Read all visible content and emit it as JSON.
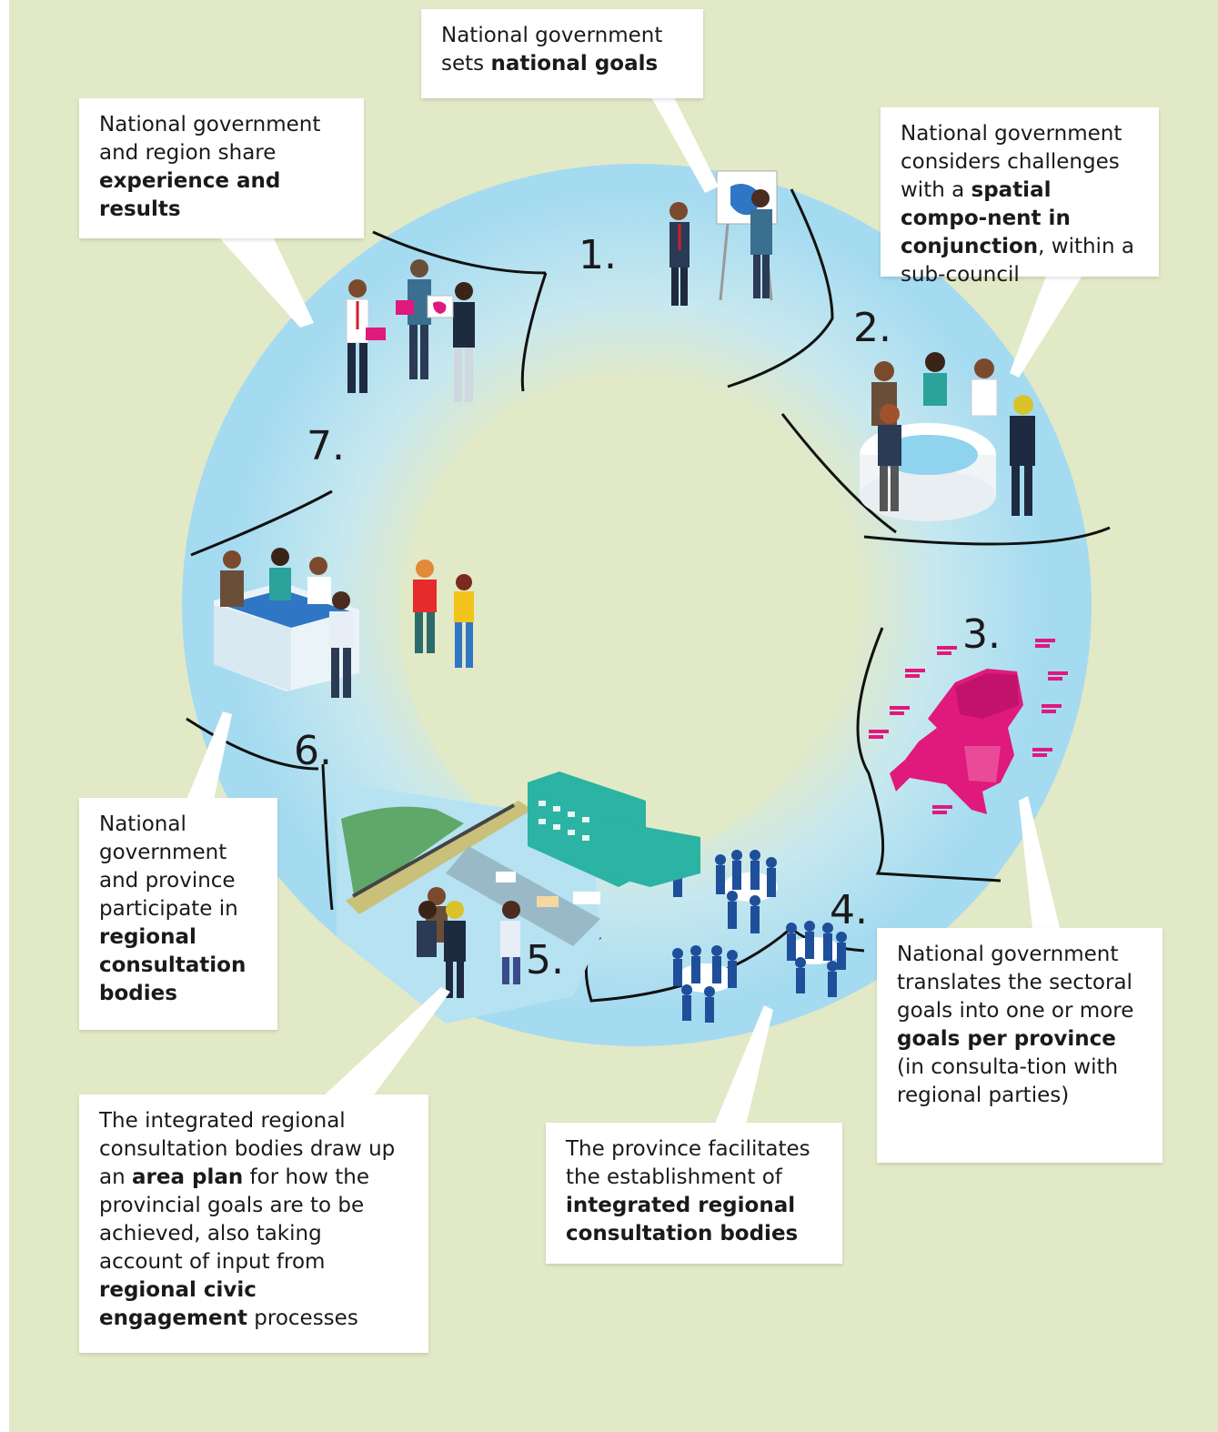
{
  "steps": [
    {
      "number": "1.",
      "parts": [
        {
          "t": "National government sets "
        },
        {
          "t": "national goals",
          "b": true
        }
      ]
    },
    {
      "number": "2.",
      "parts": [
        {
          "t": "National government considers challenges with a "
        },
        {
          "t": "spatial compo-nent in conjunction",
          "b": true
        },
        {
          "t": ", within a sub-council"
        }
      ]
    },
    {
      "number": "3.",
      "parts": [
        {
          "t": "National government translates the sectoral goals into one or more "
        },
        {
          "t": "goals per province",
          "b": true
        },
        {
          "t": " (in consulta-tion with regional parties)"
        }
      ]
    },
    {
      "number": "4.",
      "parts": [
        {
          "t": "The province facilitates the establishment of "
        },
        {
          "t": "integrated regional consultation bodies",
          "b": true
        }
      ]
    },
    {
      "number": "5.",
      "parts": [
        {
          "t": "The integrated regional consultation bodies draw up an "
        },
        {
          "t": "area plan",
          "b": true
        },
        {
          "t": " for how the provincial goals are to be achieved, also taking account of input from "
        },
        {
          "t": "regional civic engagement",
          "b": true
        },
        {
          "t": " processes"
        }
      ]
    },
    {
      "number": "6.",
      "parts": [
        {
          "t": "National government and province participate in "
        },
        {
          "t": "regional consultation bodies",
          "b": true
        }
      ]
    },
    {
      "number": "7.",
      "parts": [
        {
          "t": "National government and region share "
        },
        {
          "t": "experience and results",
          "b": true
        }
      ]
    }
  ],
  "colors": {
    "background": "#e2e9c6",
    "ring": "#a9dcef",
    "ring_light": "#c8e9f3",
    "map_magenta": "#e0197d",
    "people_blue": "#1f4f9a",
    "building_teal": "#2bb3a3"
  }
}
